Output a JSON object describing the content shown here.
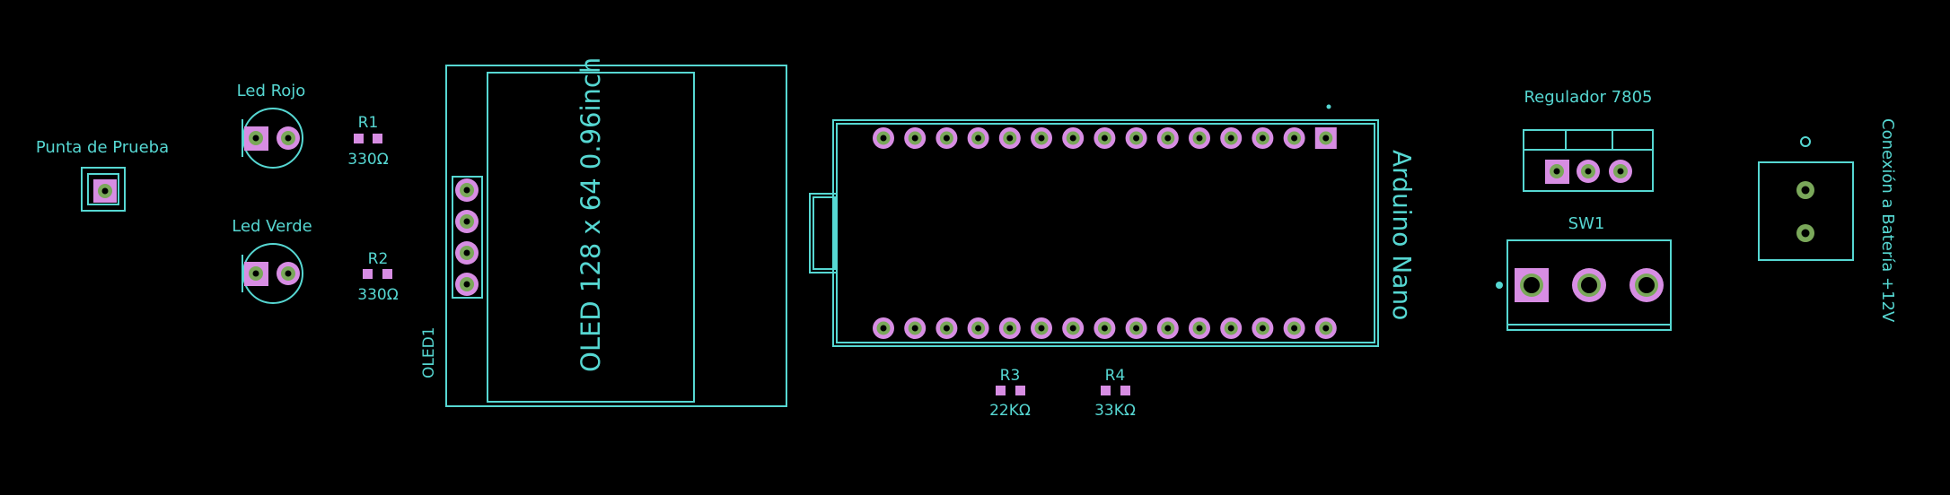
{
  "colors": {
    "background": "#000000",
    "silkscreen": "#56d7d2",
    "pad": "#d78de3",
    "ring": "#7aa85a"
  },
  "labels": {
    "probe": "Punta de Prueba",
    "led_red": "Led Rojo",
    "led_green": "Led Verde",
    "r1_ref": "R1",
    "r1_val": "330Ω",
    "r2_ref": "R2",
    "r2_val": "330Ω",
    "oled_ref": "OLED1",
    "oled_name": "OLED 128 x 64 0.96inch",
    "arduino": "Arduino Nano",
    "r3_ref": "R3",
    "r3_val": "22KΩ",
    "r4_ref": "R4",
    "r4_val": "33KΩ",
    "regulator": "Regulador 7805",
    "switch": "SW1",
    "battery": "Conexión a Batería +12V"
  }
}
